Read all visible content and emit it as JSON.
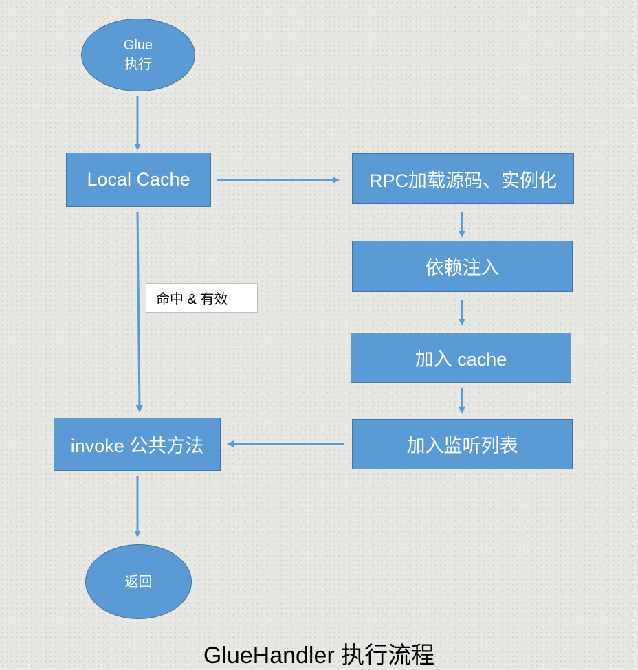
{
  "nodes": {
    "start": {
      "line1": "Glue",
      "line2": "执行"
    },
    "local_cache": "Local Cache",
    "rpc_load": "RPC加载源码、实例化",
    "dependency_injection": "依赖注入",
    "add_cache": "加入 cache",
    "add_listener": "加入监听列表",
    "invoke": "invoke 公共方法",
    "end": "返回"
  },
  "edge_labels": {
    "hit_valid": "命中 & 有效"
  },
  "title": "GlueHandler 执行流程",
  "colors": {
    "node_fill": "#5b9bd5",
    "node_border": "#41719c",
    "arrow": "#5b9bd5"
  }
}
